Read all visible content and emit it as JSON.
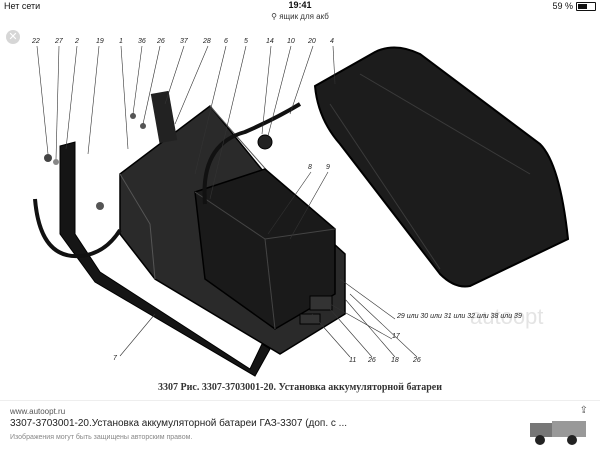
{
  "status_bar": {
    "carrier": "Нет сети",
    "time": "19:41",
    "battery_percent": "59 %",
    "battery_level": 0.59
  },
  "search": {
    "query": "ящик для акб"
  },
  "figure": {
    "caption": "3307 Рис. 3307-3703001-20. Установка аккумуляторной батареи",
    "callouts": {
      "c22": "22",
      "c27": "27",
      "c2": "2",
      "c19": "19",
      "c1": "1",
      "c36": "36",
      "c26a": "26",
      "c37": "37",
      "c28": "28",
      "c6": "6",
      "c5": "5",
      "c14": "14",
      "c10": "10",
      "c20": "20",
      "c4": "4",
      "c8": "8",
      "c9": "9",
      "c29": "29 или 30 или 31 или 32 или 38 или 39",
      "c17": "17",
      "c7": "7",
      "c11": "11",
      "c26b": "26",
      "c18": "18",
      "c26c": "26"
    }
  },
  "result": {
    "source": "www.autoopt.ru",
    "title": "3307-3703001-20.Установка аккумуляторной батареи ГАЗ-3307 (доп. с ...",
    "copyright_note": "Изображения могут быть защищены авторским правом."
  },
  "icons": {
    "close": "close-icon",
    "share": "share-icon",
    "search": "search-icon"
  },
  "colors": {
    "background": "#ffffff",
    "close_button": "#d6d6d6"
  }
}
